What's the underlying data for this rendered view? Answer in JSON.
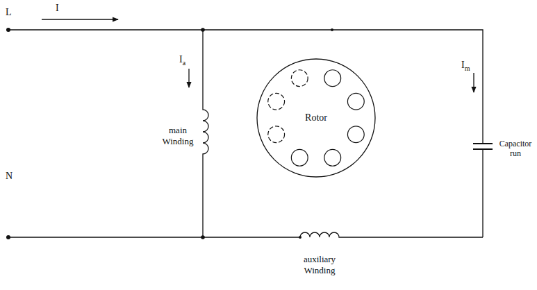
{
  "diagram": {
    "nodes": [
      {
        "text": [
          "Rotor"
        ]
      }
    ],
    "edges": [],
    "labels": [
      "I",
      "L",
      "Ia",
      "Im",
      "main Winding",
      "Capacitor run",
      "N",
      "auxiliary Winding"
    ]
  }
}
